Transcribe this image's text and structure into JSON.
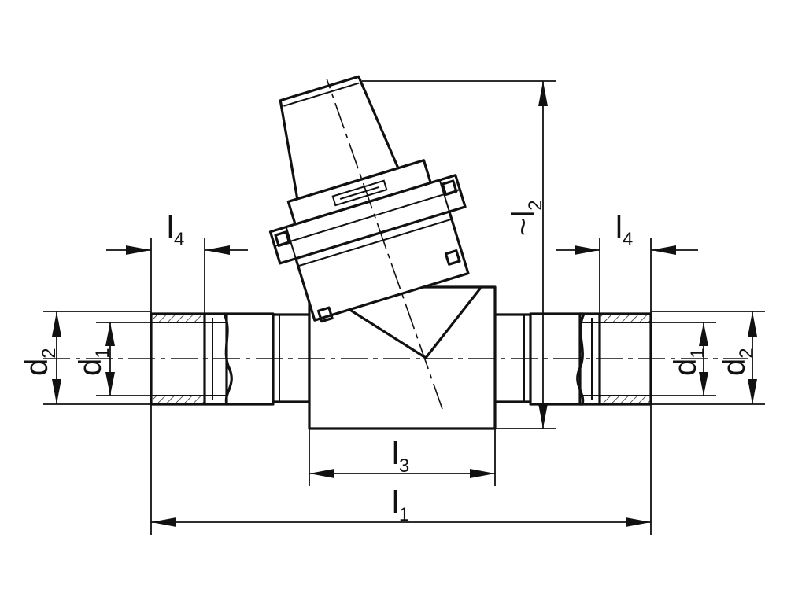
{
  "labels": {
    "l1": {
      "main": "l",
      "sub": "1"
    },
    "l2": {
      "prefix": "~",
      "main": "l",
      "sub": "2"
    },
    "l3": {
      "main": "l",
      "sub": "3"
    },
    "l4": {
      "main": "l",
      "sub": "4"
    },
    "d1": {
      "main": "d",
      "sub": "1"
    },
    "d2": {
      "main": "d",
      "sub": "2"
    }
  }
}
